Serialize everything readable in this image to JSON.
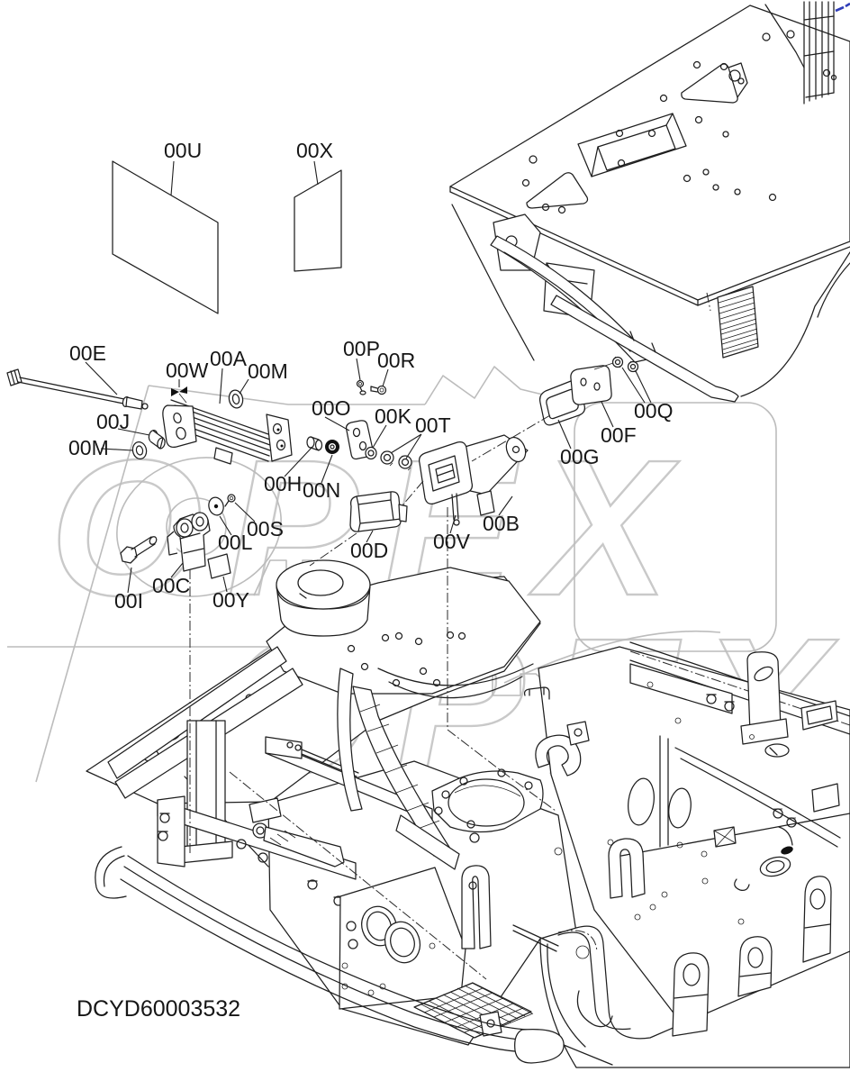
{
  "document": {
    "drawing_number": "DCYD60003532"
  },
  "watermark": {
    "text": "OPEX",
    "color": "#c9c9c9"
  },
  "colors": {
    "background": "#ffffff",
    "line": "#1f1f1f",
    "reference_gray": "#bcbcbc",
    "watermark_gray": "#c9c9c9",
    "callout_blue": "#2f3db8"
  },
  "part_labels": [
    {
      "text": "00U"
    },
    {
      "text": "00X"
    },
    {
      "text": "00E"
    },
    {
      "text": "00W"
    },
    {
      "text": "00A"
    },
    {
      "text": "00M"
    },
    {
      "text": "00P"
    },
    {
      "text": "00R"
    },
    {
      "text": "00O"
    },
    {
      "text": "00K"
    },
    {
      "text": "00T"
    },
    {
      "text": "00J"
    },
    {
      "text": "00M"
    },
    {
      "text": "00H"
    },
    {
      "text": "00N"
    },
    {
      "text": "00S"
    },
    {
      "text": "00L"
    },
    {
      "text": "00C"
    },
    {
      "text": "00I"
    },
    {
      "text": "00Y"
    },
    {
      "text": "00D"
    },
    {
      "text": "00V"
    },
    {
      "text": "00B"
    },
    {
      "text": "00G"
    },
    {
      "text": "00F"
    },
    {
      "text": "00Q"
    }
  ]
}
